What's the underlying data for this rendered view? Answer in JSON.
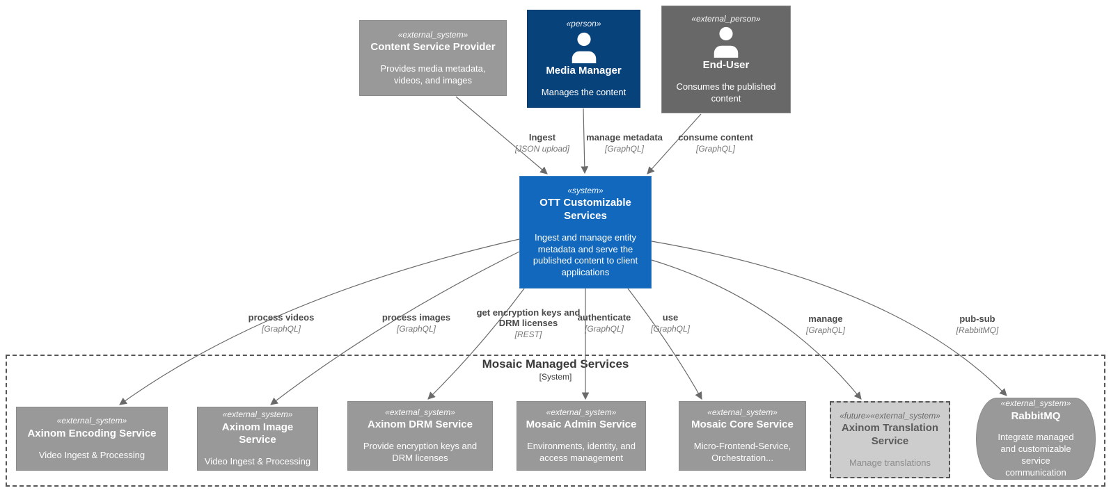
{
  "diagram_type": "C4 system context diagram",
  "boundary": {
    "title": "Mosaic Managed Services",
    "subtitle": "[System]"
  },
  "nodes": {
    "csp": {
      "stereotype": "«external_system»",
      "title": "Content Service Provider",
      "description": "Provides media metadata, videos, and images"
    },
    "mediaManager": {
      "stereotype": "«person»",
      "title": "Media Manager",
      "description": "Manages the content",
      "icon": "person-icon"
    },
    "endUser": {
      "stereotype": "«external_person»",
      "title": "End-User",
      "description": "Consumes the published content",
      "icon": "person-icon"
    },
    "ott": {
      "stereotype": "«system»",
      "title": "OTT Customizable Services",
      "description": "Ingest and manage entity metadata and serve the published content to client applications"
    },
    "encoding": {
      "stereotype": "«external_system»",
      "title": "Axinom Encoding Service",
      "description": "Video Ingest & Processing"
    },
    "image": {
      "stereotype": "«external_system»",
      "title": "Axinom Image Service",
      "description": "Video Ingest & Processing"
    },
    "drm": {
      "stereotype": "«external_system»",
      "title": "Axinom DRM Service",
      "description": "Provide encryption keys and DRM licenses"
    },
    "admin": {
      "stereotype": "«external_system»",
      "title": "Mosaic Admin Service",
      "description": "Environments, identity, and access management"
    },
    "core": {
      "stereotype": "«external_system»",
      "title": "Mosaic Core Service",
      "description": "Micro-Frontend-Service, Orchestration..."
    },
    "translation": {
      "stereotype": "«future»«external_system»",
      "title": "Axinom Translation Service",
      "description": "Manage translations"
    },
    "rabbitmq": {
      "stereotype": "«external_system»",
      "title": "RabbitMQ",
      "description": "Integrate managed and customizable service communication",
      "shape": "queue"
    }
  },
  "relationships": {
    "ingest": {
      "label": "Ingest",
      "tech": "[JSON upload]"
    },
    "manageMetadata": {
      "label": "manage metadata",
      "tech": "[GraphQL]"
    },
    "consumeContent": {
      "label": "consume content",
      "tech": "[GraphQL]"
    },
    "processVideos": {
      "label": "process videos",
      "tech": "[GraphQL]"
    },
    "processImages": {
      "label": "process images",
      "tech": "[GraphQL]"
    },
    "getKeys": {
      "label": "get encryption keys and DRM licenses",
      "tech": "[REST]"
    },
    "authenticate": {
      "label": "authenticate",
      "tech": "[GraphQL]"
    },
    "use": {
      "label": "use",
      "tech": "[GraphQL]"
    },
    "manage": {
      "label": "manage",
      "tech": "[GraphQL]"
    },
    "pubSub": {
      "label": "pub-sub",
      "tech": "[RabbitMQ]"
    }
  },
  "colors": {
    "background": "#FFFFFF",
    "system_fill": "#1168BD",
    "system_border": "#3C7FC0",
    "person_fill": "#08427B",
    "person_border": "#073B6F",
    "external_person_fill": "#686868",
    "external_system_fill": "#999999",
    "external_system_border": "#8A8A8A",
    "future_fill": "#CDCDCD",
    "boundary_border": "#565656",
    "arrow": "#6A6A6A",
    "text_on_fill": "#FFFFFF",
    "relationship_label": "#4A4A4A",
    "relationship_tech": "#767676"
  }
}
